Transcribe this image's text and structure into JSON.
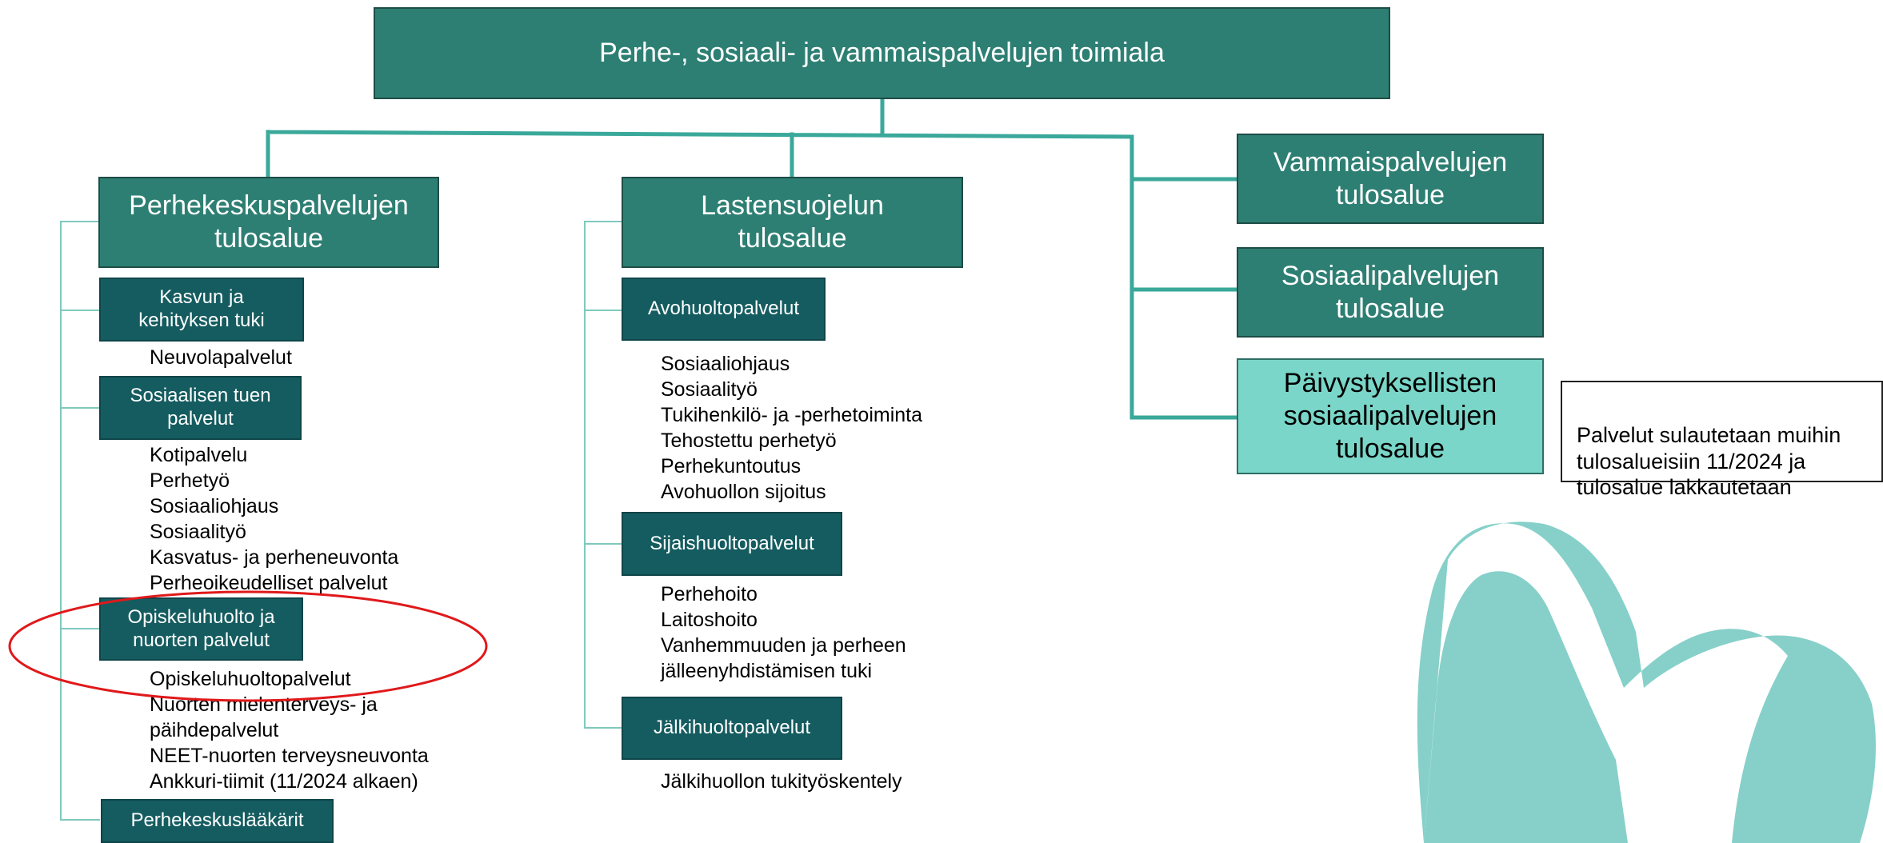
{
  "colors": {
    "primary_box": "#2e7f73",
    "sub_box": "#155c60",
    "highlight_box": "#7ad6c8",
    "connector": "#3aa89a",
    "thin_connector": "#7fc9bd",
    "circle": "#e0191b",
    "logo": "#86d0c9"
  },
  "top": {
    "title": "Perhe-, sosiaali- ja vammaispalvelujen toimiala"
  },
  "perhekeskus": {
    "title": "Perhekeskuspalvelujen\ntulosalue",
    "groups": [
      {
        "label": "Kasvun ja\nkehityksen tuki",
        "items": [
          "Neuvolapalvelut"
        ]
      },
      {
        "label": "Sosiaalisen tuen\npalvelut",
        "items": [
          "Kotipalvelu",
          "Perhetyö",
          "Sosiaaliohjaus",
          "Sosiaalityö",
          "Kasvatus- ja perheneuvonta",
          "Perheoikeudelliset palvelut"
        ]
      },
      {
        "label": "Opiskeluhuolto ja\nnuorten palvelut",
        "items": [
          "Opiskeluhuoltopalvelut",
          "Nuorten mielenterveys- ja",
          "päihdepalvelut",
          "NEET-nuorten terveysneuvonta",
          "Ankkuri-tiimit (11/2024 alkaen)"
        ]
      },
      {
        "label": "Perhekeskuslääkärit",
        "items": []
      }
    ]
  },
  "lastensuojelu": {
    "title": "Lastensuojelun\ntulosalue",
    "groups": [
      {
        "label": "Avohuoltopalvelut",
        "items": [
          "Sosiaaliohjaus",
          "Sosiaalityö",
          "Tukihenkilö- ja -perhetoiminta",
          "Tehostettu perhetyö",
          "Perhekuntoutus",
          "Avohuollon sijoitus"
        ]
      },
      {
        "label": "Sijaishuoltopalvelut",
        "items": [
          "Perhehoito",
          "Laitoshoito",
          "Vanhemmuuden ja perheen",
          "jälleenyhdistämisen tuki"
        ]
      },
      {
        "label": "Jälkihuoltopalvelut",
        "items": [
          "Jälkihuollon tukityöskentely"
        ]
      }
    ]
  },
  "right_units": [
    {
      "title": "Vammaispalvelujen\ntulosalue"
    },
    {
      "title": "Sosiaalipalvelujen\ntulosalue"
    },
    {
      "title": "Päivystyksellisten\nsosiaalipalvelujen\ntulosalue"
    }
  ],
  "note": {
    "text": "Palvelut sulautetaan muihin\ntulosalueisiin 11/2024 ja\ntulosalue lakkautetaan"
  }
}
